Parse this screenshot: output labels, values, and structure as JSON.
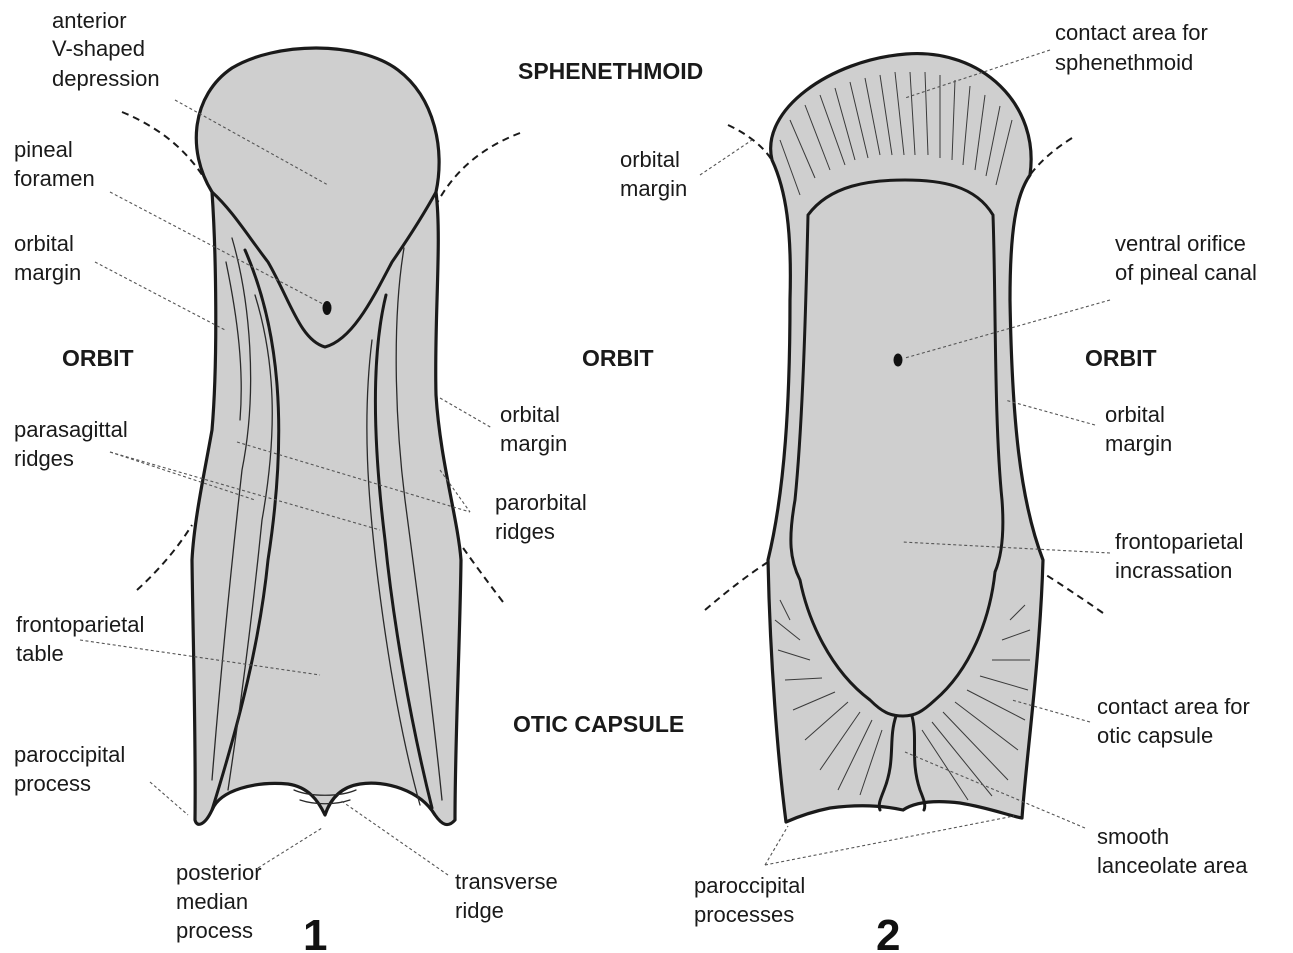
{
  "regions": {
    "sphenethmoid": "SPHENETHMOID",
    "orbit_left": "ORBIT",
    "orbit_center": "ORBIT",
    "orbit_right": "ORBIT",
    "otic_capsule": "OTIC CAPSULE"
  },
  "figure1": {
    "number": "1",
    "labels": {
      "anterior_depression": [
        "anterior",
        "V-shaped",
        "depression"
      ],
      "pineal_foramen": [
        "pineal",
        "foramen"
      ],
      "orbital_margin_left": [
        "orbital",
        "margin"
      ],
      "parasagittal_ridges": [
        "parasagittal",
        "ridges"
      ],
      "frontoparietal_table": [
        "frontoparietal",
        "table"
      ],
      "paroccipital_process": [
        "paroccipital",
        "process"
      ],
      "posterior_median_process": [
        "posterior",
        "median",
        "process"
      ],
      "transverse_ridge": [
        "transverse",
        "ridge"
      ],
      "orbital_margin_right": [
        "orbital",
        "margin"
      ],
      "parorbital_ridges": [
        "parorbital",
        "ridges"
      ]
    }
  },
  "figure2": {
    "number": "2",
    "labels": {
      "contact_sphenethmoid": [
        "contact area for",
        "sphenethmoid"
      ],
      "orbital_margin_left": [
        "orbital",
        "margin"
      ],
      "ventral_orifice": [
        "ventral orifice",
        "of pineal canal"
      ],
      "orbital_margin_right": [
        "orbital",
        "margin"
      ],
      "frontoparietal_incrassation": [
        "frontoparietal",
        "incrassation"
      ],
      "contact_otic": [
        "contact area for",
        "otic capsule"
      ],
      "smooth_lanceolate": [
        "smooth",
        "lanceolate area"
      ],
      "paroccipital_processes": [
        "paroccipital",
        "processes"
      ]
    }
  }
}
